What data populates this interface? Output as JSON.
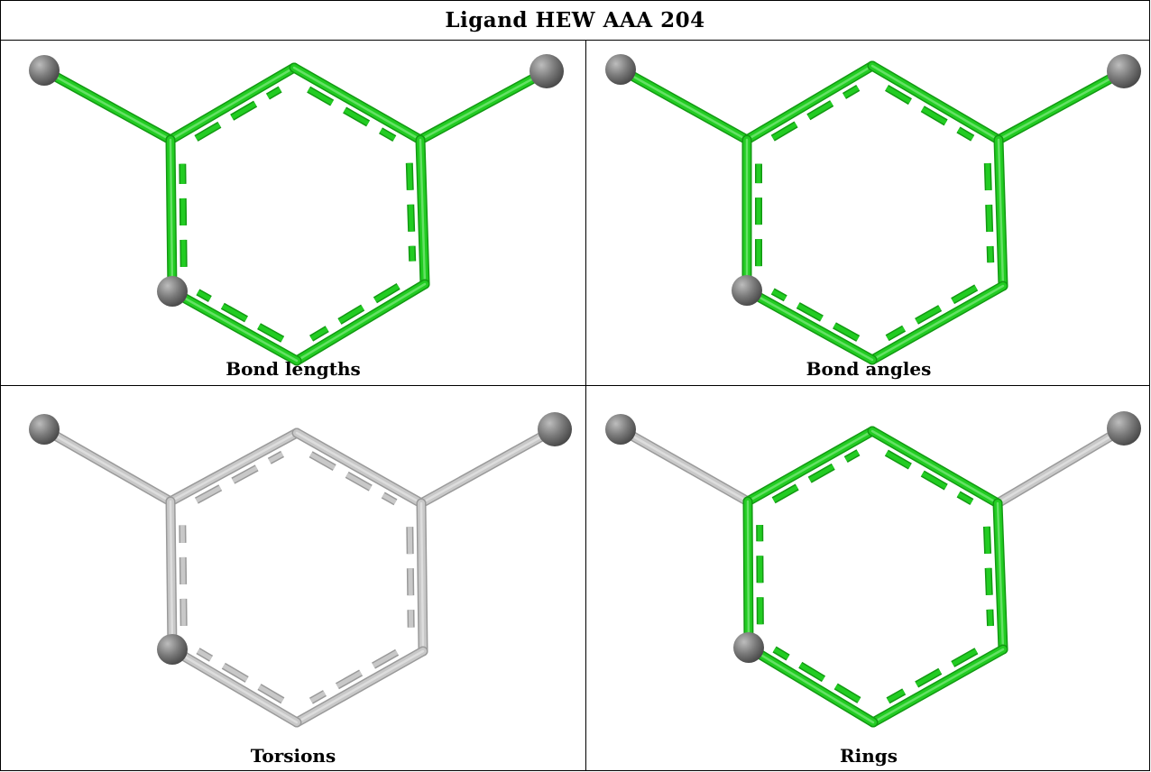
{
  "title": "Ligand HEW AAA 204",
  "panels": [
    {
      "caption": "Bond lengths",
      "pendant_left": "green",
      "pendant_right": "green",
      "ring_bonds": [
        "green",
        "green",
        "green",
        "green",
        "green",
        "green"
      ]
    },
    {
      "caption": "Bond angles",
      "pendant_left": "green",
      "pendant_right": "green",
      "ring_bonds": [
        "green",
        "green",
        "green",
        "green",
        "green",
        "green"
      ]
    },
    {
      "caption": "Torsions",
      "pendant_left": "gray",
      "pendant_right": "gray",
      "ring_bonds": [
        "gray",
        "gray",
        "gray",
        "gray",
        "gray",
        "gray"
      ]
    },
    {
      "caption": "Rings",
      "pendant_left": "gray",
      "pendant_right": "gray",
      "ring_bonds": [
        "green",
        "green",
        "green",
        "green",
        "green",
        "green"
      ]
    }
  ],
  "colors": {
    "green": "#22cc22",
    "green_dark": "#129912",
    "green_light": "#7be87b",
    "gray": "#c8c8c8",
    "gray_dark": "#9a9a9a",
    "gray_light": "#e4e4e4",
    "atom": "#7a7a7a",
    "atom_dark": "#4a4a4a",
    "atom_light": "#bdbdbd"
  }
}
